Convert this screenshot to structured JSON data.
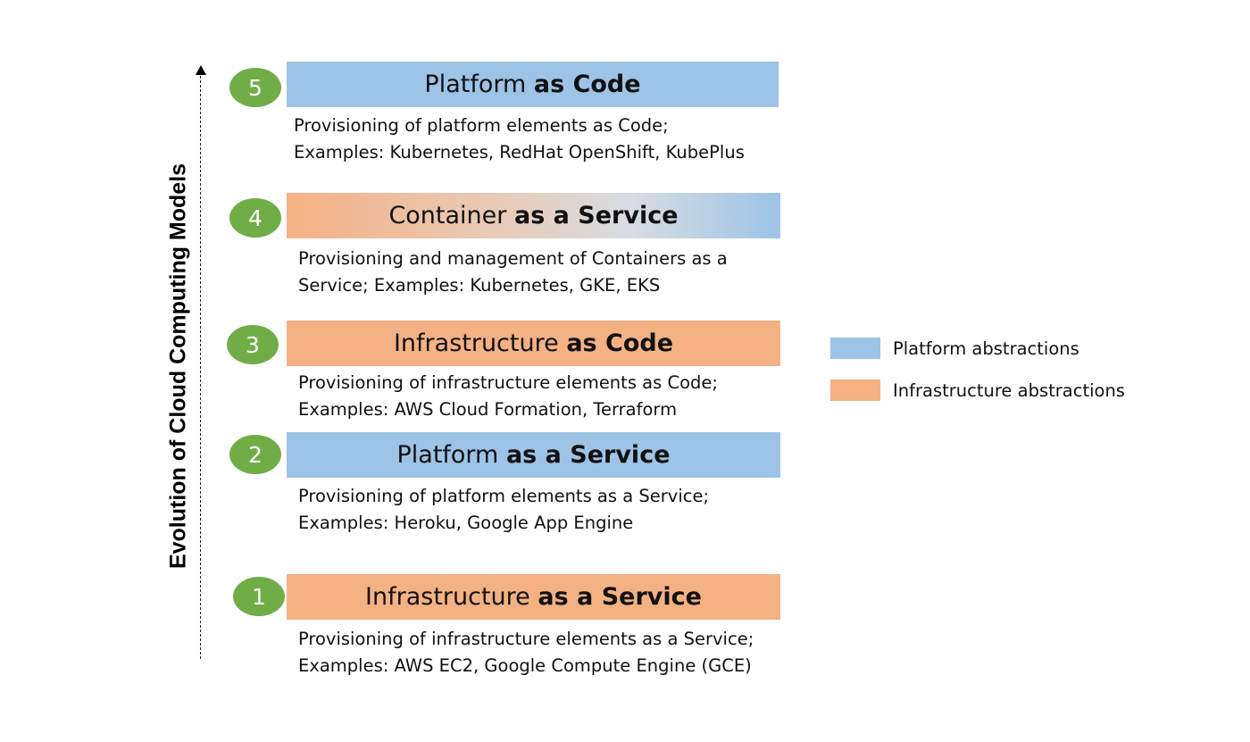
{
  "axis_label": "Evolution of Cloud Computing Models",
  "colors": {
    "platform": "#9dc3e6",
    "infrastructure": "#f4b183",
    "number_badge": "#70ad47"
  },
  "levels": [
    {
      "number": "5",
      "title_plain": "Platform",
      "title_bold": "as Code",
      "desc_line1": "Provisioning of platform elements as Code;",
      "desc_line2": "Examples: Kubernetes, RedHat OpenShift, KubePlus"
    },
    {
      "number": "4",
      "title_plain": "Container",
      "title_bold": "as a Service",
      "desc_line1": "Provisioning and management of Containers as a",
      "desc_line2": "Service; Examples: Kubernetes, GKE, EKS"
    },
    {
      "number": "3",
      "title_plain": "Infrastructure",
      "title_bold": "as Code",
      "desc_line1": "Provisioning of infrastructure elements as Code;",
      "desc_line2": "Examples: AWS Cloud Formation, Terraform"
    },
    {
      "number": "2",
      "title_plain": "Platform",
      "title_bold": "as a Service",
      "desc_line1": "Provisioning of platform elements as a Service;",
      "desc_line2": "Examples: Heroku, Google App Engine"
    },
    {
      "number": "1",
      "title_plain": "Infrastructure",
      "title_bold": "as a Service",
      "desc_line1": "Provisioning of infrastructure elements as a Service;",
      "desc_line2": "Examples: AWS EC2, Google Compute Engine (GCE)"
    }
  ],
  "legend": [
    {
      "label": "Platform abstractions",
      "color": "#9dc3e6"
    },
    {
      "label": "Infrastructure abstractions",
      "color": "#f4b183"
    }
  ]
}
